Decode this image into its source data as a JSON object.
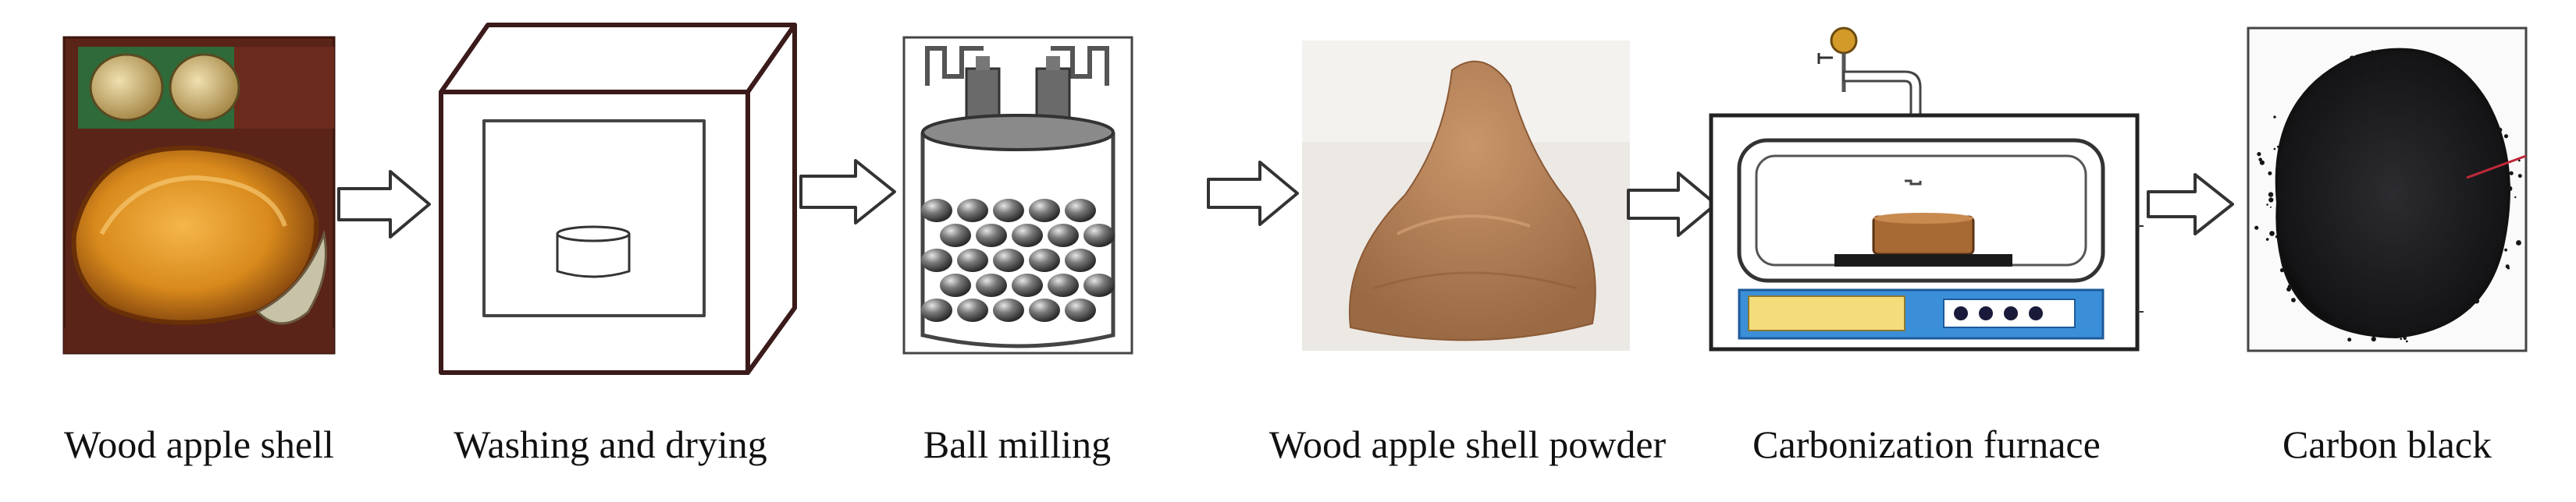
{
  "diagram": {
    "stages": [
      {
        "label": "Wood apple shell",
        "icon": "wood-apple-shell-photo"
      },
      {
        "label": "Washing and drying",
        "icon": "drying-oven-icon"
      },
      {
        "label": "Ball milling",
        "icon": "ball-mill-icon"
      },
      {
        "label": "Wood apple shell powder",
        "icon": "powder-pile-photo"
      },
      {
        "label": "Carbonization furnace",
        "icon": "furnace-icon"
      },
      {
        "label": "Carbon black",
        "icon": "carbon-black-photo"
      }
    ],
    "arrow_icon": "right-arrow-icon",
    "colors": {
      "shell_orange": "#d98a1c",
      "shell_dark": "#8a4a10",
      "background_brown": "#5a2418",
      "powder": "#b07a4e",
      "furnace_blue": "#3b8fd9",
      "furnace_panel": "#f5dc7a",
      "carbon": "#1c1c1e"
    }
  }
}
